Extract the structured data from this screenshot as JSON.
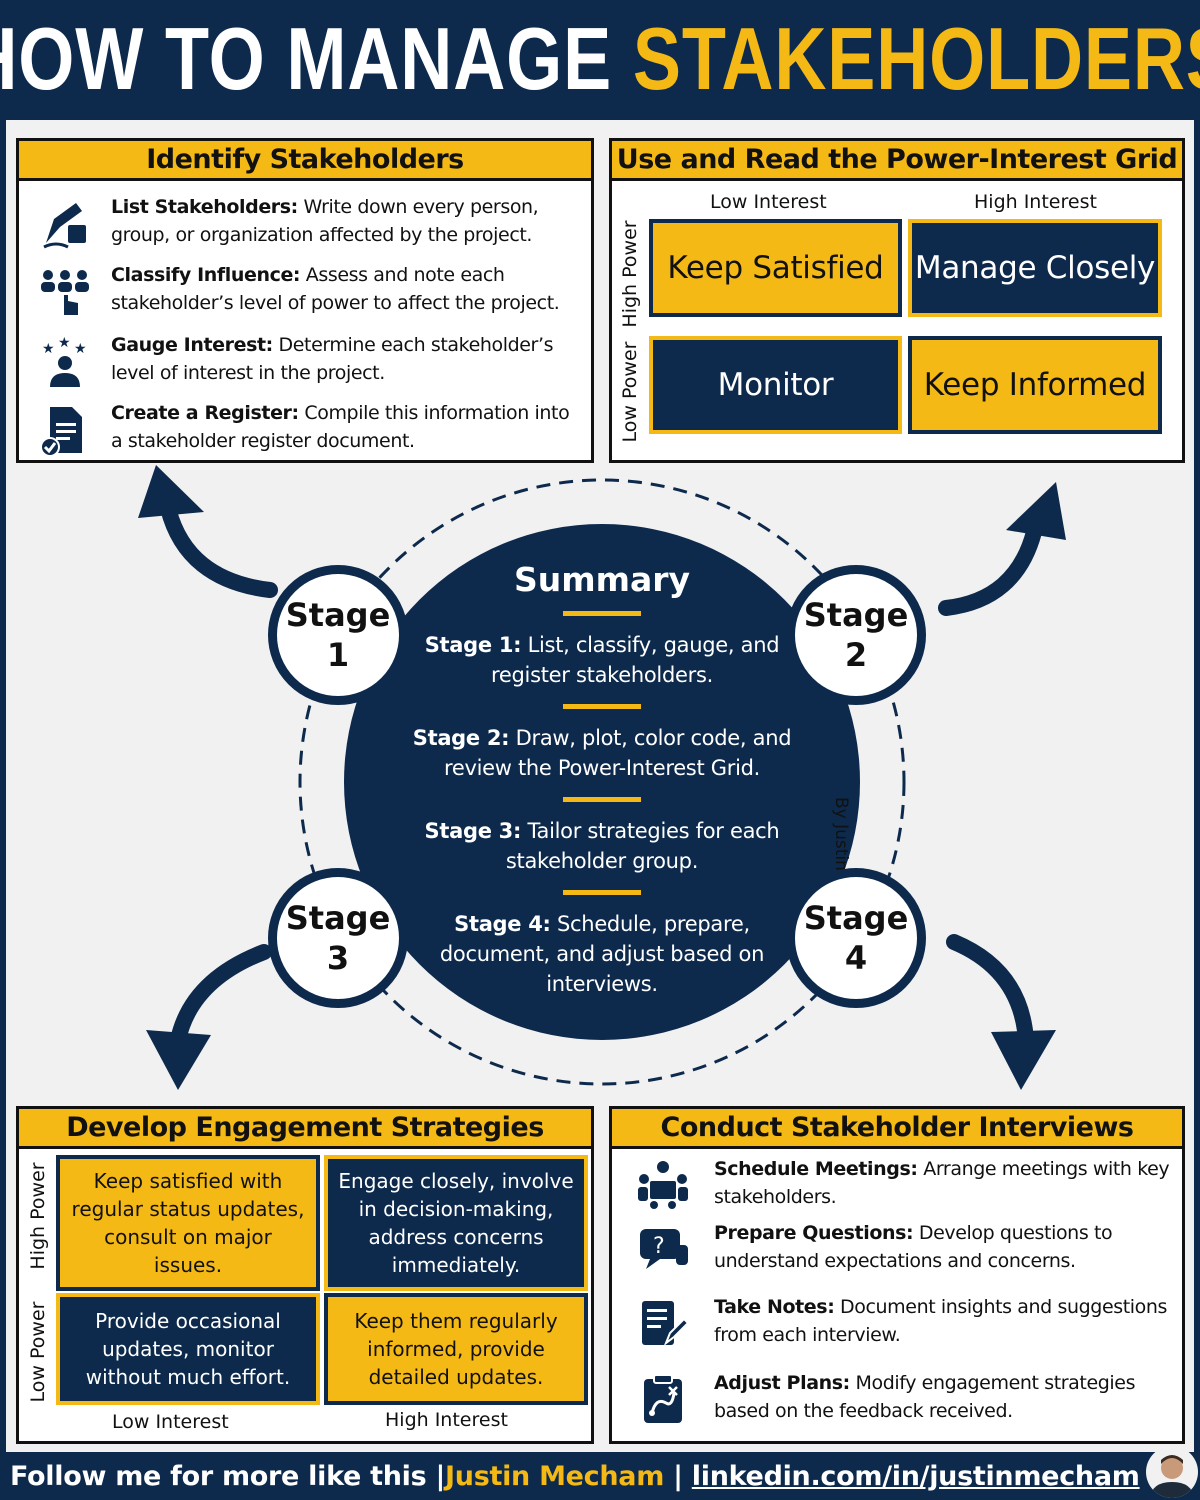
{
  "header": {
    "title_part1": "HOW TO MANAGE ",
    "title_part2": "STAKEHOLDERS"
  },
  "identify": {
    "title": "Identify Stakeholders",
    "items": [
      {
        "icon": "pen-writing-icon",
        "label": "List Stakeholders:",
        "text": " Write down every person, group, or organization affected by the project."
      },
      {
        "icon": "group-pointer-icon",
        "label": "Classify Influence:",
        "text": " Assess and note each stakeholder’s level of power to affect the project."
      },
      {
        "icon": "person-stars-icon",
        "label": "Gauge Interest:",
        "text": " Determine each stakeholder’s level of interest in the project."
      },
      {
        "icon": "document-check-icon",
        "label": "Create a Register:",
        "text": " Compile this information into a stakeholder register document."
      }
    ]
  },
  "grid": {
    "title": "Use and Read the Power-Interest Grid",
    "low_interest": "Low Interest",
    "high_interest": "High Interest",
    "high_power": "High Power",
    "low_power": "Low Power",
    "cells": [
      "Keep Satisfied",
      "Manage Closely",
      "Monitor",
      "Keep Informed"
    ]
  },
  "summary": {
    "title": "Summary",
    "stages": [
      {
        "label": "Stage 1:",
        "text": " List, classify, gauge, and register stakeholders."
      },
      {
        "label": "Stage 2:",
        "text": " Draw, plot, color code, and review the Power-Interest Grid."
      },
      {
        "label": "Stage 3:",
        "text": " Tailor strategies for each stakeholder group."
      },
      {
        "label": "Stage 4:",
        "text": " Schedule, prepare, document, and adjust based on interviews."
      }
    ],
    "byline": "By Justin Mecham"
  },
  "stage_badges": [
    {
      "word": "Stage",
      "num": "1"
    },
    {
      "word": "Stage",
      "num": "2"
    },
    {
      "word": "Stage",
      "num": "3"
    },
    {
      "word": "Stage",
      "num": "4"
    }
  ],
  "strategies": {
    "title": "Develop Engagement Strategies",
    "high_power": "High Power",
    "low_power": "Low Power",
    "low_interest": "Low Interest",
    "high_interest": "High Interest",
    "cells": [
      "Keep satisfied with regular status updates, consult on major issues.",
      "Engage closely, involve in decision-making, address concerns immediately.",
      "Provide occasional updates, monitor without much effort.",
      "Keep them regularly informed, provide detailed updates."
    ]
  },
  "interviews": {
    "title": "Conduct Stakeholder Interviews",
    "items": [
      {
        "icon": "meeting-icon",
        "label": "Schedule Meetings:",
        "text": " Arrange meetings with key stakeholders."
      },
      {
        "icon": "question-bubble-icon",
        "label": "Prepare Questions:",
        "text": " Develop questions to understand expectations and concerns."
      },
      {
        "icon": "notes-pen-icon",
        "label": "Take Notes:",
        "text": " Document insights and suggestions from each interview."
      },
      {
        "icon": "clipboard-plan-icon",
        "label": "Adjust Plans:",
        "text": " Modify engagement strategies based on the feedback received."
      }
    ]
  },
  "footer": {
    "lead": "Follow me for more like this | ",
    "name": "Justin Mecham",
    "sep": " | ",
    "link": "linkedin.com/in/justinmecham"
  },
  "colors": {
    "navy": "#0d2a4d",
    "gold": "#f5b915",
    "panel_bg": "#f1f1f1"
  }
}
